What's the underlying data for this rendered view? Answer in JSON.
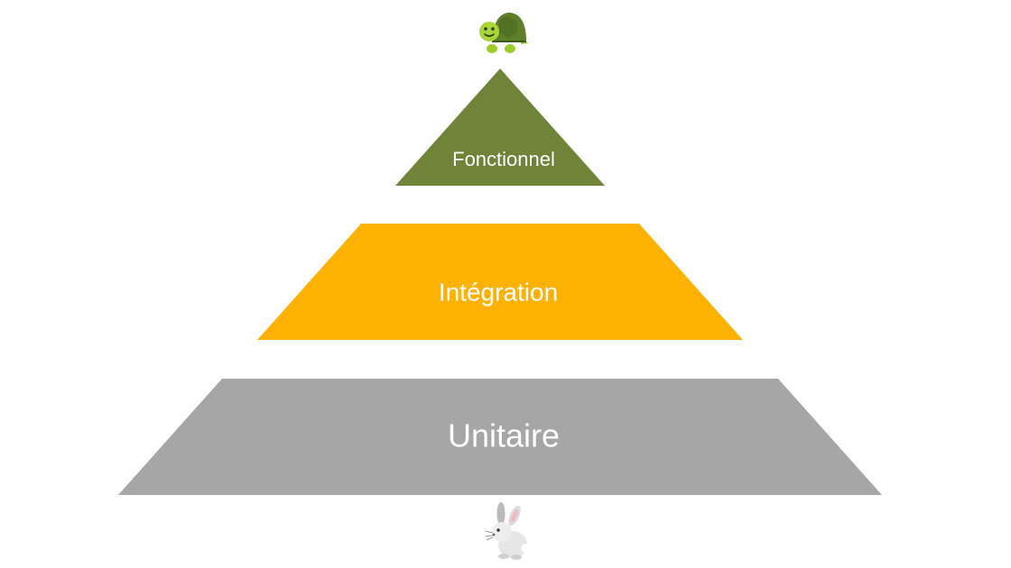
{
  "diagram": {
    "levels": [
      {
        "label": "Fonctionnel",
        "color": "#6f8438"
      },
      {
        "label": "Intégration",
        "color": "#fdb100"
      },
      {
        "label": "Unitaire",
        "color": "#a6a6a6"
      }
    ],
    "top_icon": "turtle-icon",
    "bottom_icon": "rabbit-icon"
  }
}
